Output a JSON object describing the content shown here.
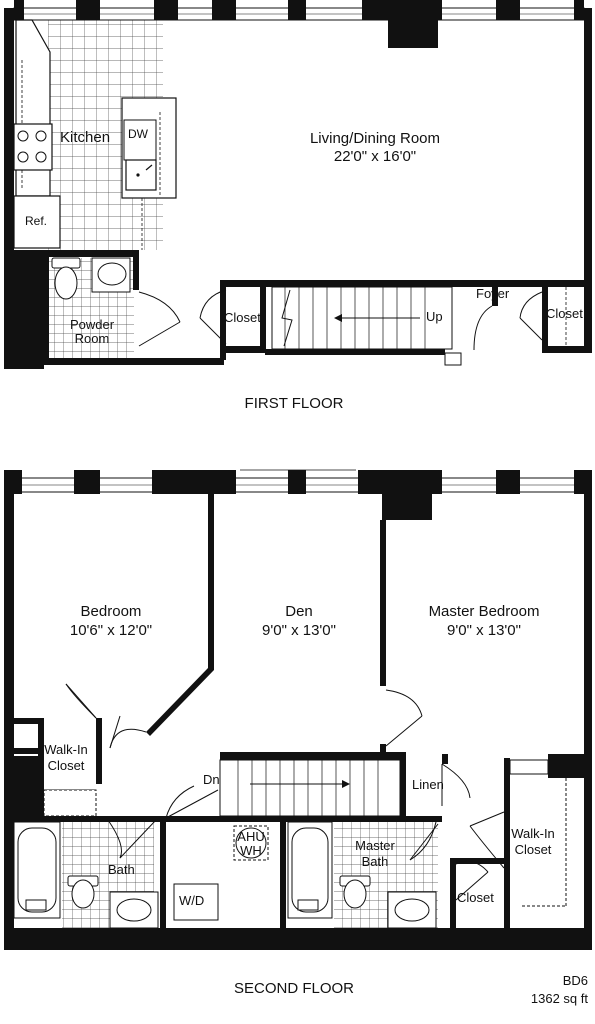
{
  "first_floor": {
    "title": "FIRST FLOOR",
    "rooms": {
      "kitchen": "Kitchen",
      "dw": "DW",
      "ref": "Ref.",
      "powder_room": [
        "Powder",
        "Room"
      ],
      "living_dining": [
        "Living/Dining Room",
        "22'0\" x 16'0\""
      ],
      "closet_left": "Closet",
      "closet_right": "Closet",
      "foyer": "Foyer",
      "up": "Up"
    }
  },
  "second_floor": {
    "title": "SECOND FLOOR",
    "rooms": {
      "bedroom": [
        "Bedroom",
        "10'6\" x 12'0\""
      ],
      "den": [
        "Den",
        "9'0\" x 13'0\""
      ],
      "master_bedroom": [
        "Master Bedroom",
        "9'0\" x 13'0\""
      ],
      "walkin_closet_left": [
        "Walk-In",
        "Closet"
      ],
      "walkin_closet_right": [
        "Walk-In",
        "Closet"
      ],
      "dn": "Dn",
      "linen": "Linen",
      "bath": "Bath",
      "ahu_wh": [
        "AHU",
        "WH"
      ],
      "wd": "W/D",
      "master_bath": [
        "Master",
        "Bath"
      ],
      "closet": "Closet"
    }
  },
  "unit": {
    "code": "BD6",
    "area": "1362 sq ft"
  }
}
